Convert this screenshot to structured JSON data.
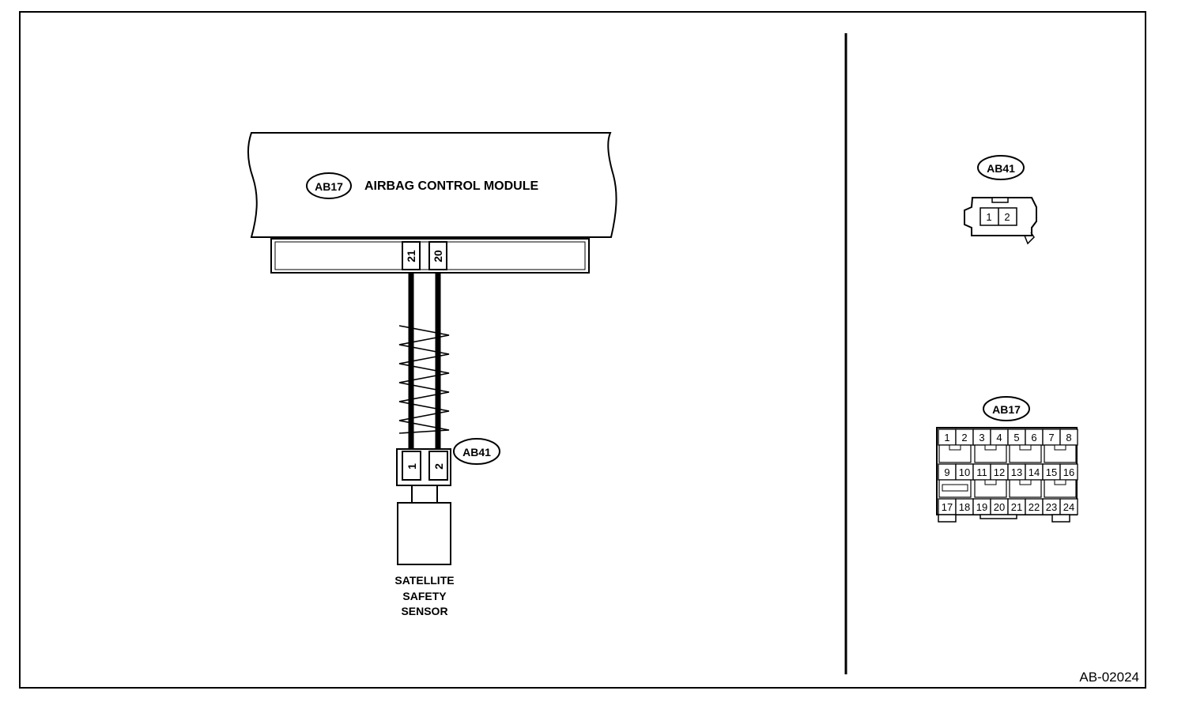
{
  "module": {
    "tag": "AB17",
    "name": "AIRBAG CONTROL MODULE"
  },
  "module_terminals": [
    "21",
    "20"
  ],
  "sensor": {
    "tag": "AB41",
    "terminals": [
      "1",
      "2"
    ],
    "name_lines": [
      "SATELLITE",
      "SAFETY",
      "SENSOR"
    ]
  },
  "connector_views": {
    "ab41": {
      "tag": "AB41",
      "pins": [
        "1",
        "2"
      ]
    },
    "ab17": {
      "tag": "AB17",
      "rows": [
        [
          "1",
          "2",
          "3",
          "4",
          "5",
          "6",
          "7",
          "8"
        ],
        [
          "9",
          "10",
          "11",
          "12",
          "13",
          "14",
          "15",
          "16"
        ],
        [
          "17",
          "18",
          "19",
          "20",
          "21",
          "22",
          "23",
          "24"
        ]
      ]
    }
  },
  "figure_id": "AB-02024"
}
